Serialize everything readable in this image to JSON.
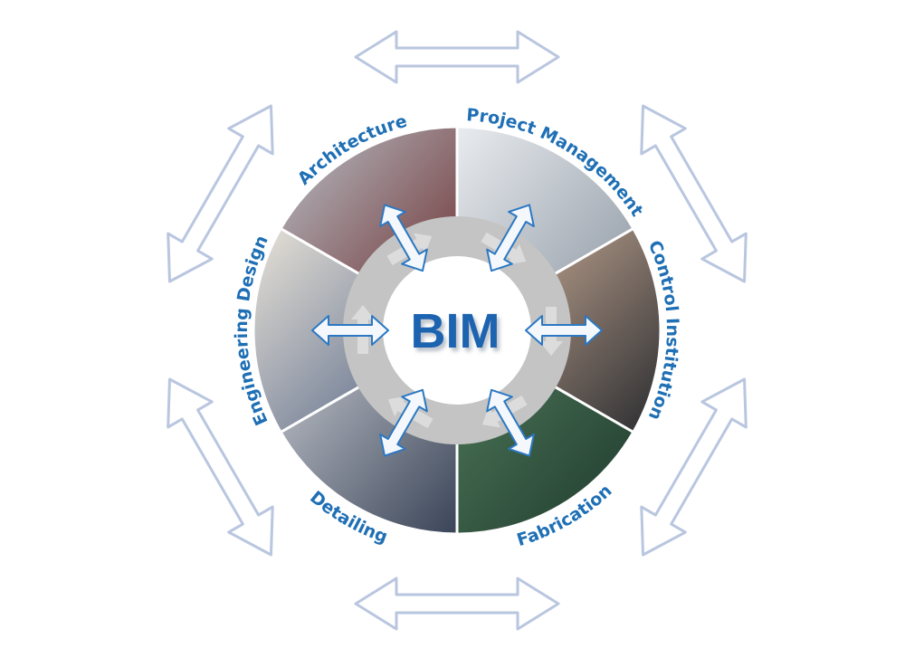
{
  "center": {
    "title": "BIM"
  },
  "sectors": [
    {
      "label": "Project Management",
      "colors": [
        "#e9ecef",
        "#8a94a0"
      ]
    },
    {
      "label": "Control Institution",
      "colors": [
        "#d9b8a0",
        "#2a2c30"
      ]
    },
    {
      "label": "Fabrication",
      "colors": [
        "#4f7a5a",
        "#1f3a2e"
      ]
    },
    {
      "label": "Detailing",
      "colors": [
        "#c9ccd2",
        "#3a4458"
      ]
    },
    {
      "label": "Engineering Design",
      "colors": [
        "#e8e2d8",
        "#4a5d80"
      ]
    },
    {
      "label": "Architecture",
      "colors": [
        "#b8c0c8",
        "#6a2a2a"
      ]
    }
  ],
  "colors": {
    "label": "#1f6fb5",
    "outer_arrow": "#b9c6df",
    "ring": "#c4c4c4",
    "inner_arrow_stroke": "#2b78c2"
  }
}
